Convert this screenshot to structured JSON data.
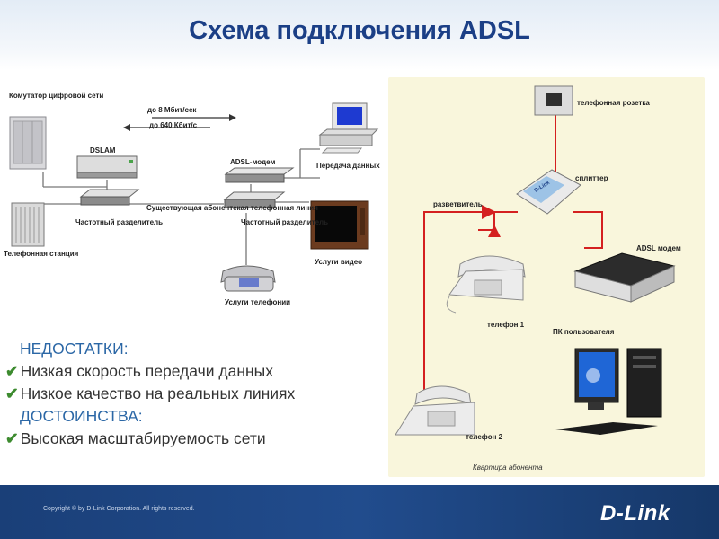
{
  "title": "Схема подключения ADSL",
  "left_diagram": {
    "switch_label": "Комутатор цифровой сети",
    "speed_down": "до 8 Мбит/сек",
    "speed_up": "до 640 Кбит/с",
    "dslam_label": "DSLAM",
    "adsl_modem_label": "ADSL-модем",
    "data_transfer_label": "Передача данных",
    "splitter_left_label": "Частотный разделитель",
    "line_label": "Существующая абонентская телефонная линия",
    "splitter_right_label": "Частотный разделитель",
    "station_label": "Телефонная станция",
    "video_label": "Услуги видео",
    "phone_label": "Услуги телефонии"
  },
  "right_diagram": {
    "socket_label": "телефонная розетка",
    "splitter_label": "сплиттер",
    "splitter_brand": "D-Link",
    "branch_label": "разветвитель",
    "modem_label": "ADSL модем",
    "phone1_label": "телефон 1",
    "pc_label": "ПК пользователя",
    "phone2_label": "телефон 2",
    "apartment_label": "Квартира абонента"
  },
  "notes": {
    "cons_heading": "НЕДОСТАТКИ:",
    "cons": [
      "Низкая скорость передачи данных",
      "Низкое качество на реальных линиях"
    ],
    "pros_heading": "ДОСТОИНСТВА:",
    "pros": [
      "Высокая масштабируемость сети"
    ],
    "check": "✔"
  },
  "footer": {
    "copyright": "Copyright © by D-Link Corporation. All rights reserved.",
    "logo": "D-Link"
  },
  "colors": {
    "title": "#1b3f86",
    "heading": "#2b67a6",
    "link_line": "#d42020",
    "footer": "#1f4683"
  }
}
